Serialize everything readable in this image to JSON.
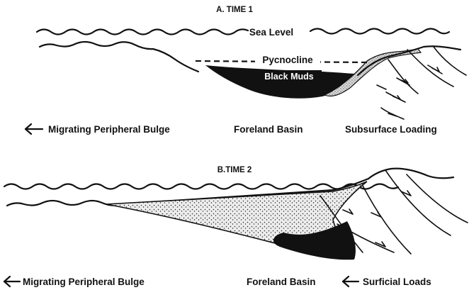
{
  "panel_a": {
    "title": "A. TIME 1",
    "sea_level_label": "Sea Level",
    "pycnocline_label": "Pycnocline",
    "black_muds_label": "Black Muds",
    "left_label": "Migrating Peripheral Bulge",
    "center_label": "Foreland Basin",
    "right_label": "Subsurface Loading"
  },
  "panel_b": {
    "title": "B.TIME 2",
    "left_label": "Migrating Peripheral Bulge",
    "center_label": "Foreland Basin",
    "right_label": "Surficial Loads"
  },
  "colors": {
    "ink": "#111111",
    "background": "#ffffff",
    "stipple_fill": "#e6e6e6"
  },
  "icons": {
    "left_arrow": "left-arrow-icon"
  }
}
